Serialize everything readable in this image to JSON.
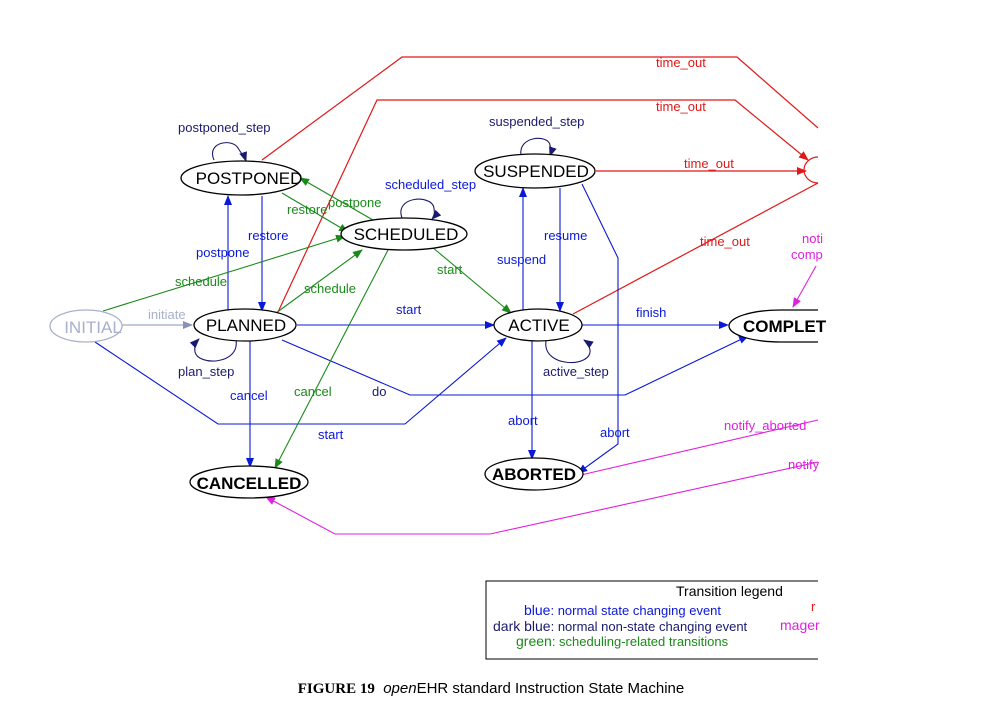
{
  "colors": {
    "blue": "#0a18d8",
    "dark_blue": "#1a1a6e",
    "green": "#1a8a1a",
    "red": "#e01818",
    "magenta": "#e020e0",
    "grey": "#a9b0cc",
    "black": "#000000"
  },
  "states": {
    "initial": "INITIAL",
    "planned": "PLANNED",
    "postponed": "POSTPONED",
    "scheduled": "SCHEDULED",
    "suspended": "SUSPENDED",
    "active": "ACTIVE",
    "completed": "COMPLET",
    "cancelled": "CANCELLED",
    "aborted": "ABORTED"
  },
  "transitions": {
    "time_out_1": "time_out",
    "time_out_2": "time_out",
    "time_out_3": "time_out",
    "time_out_4": "time_out",
    "postponed_step": "postponed_step",
    "suspended_step": "suspended_step",
    "scheduled_step": "scheduled_step",
    "restore_a": "restore",
    "postpone_a": "postpone",
    "restore_b": "restore",
    "postpone_b": "postpone",
    "schedule_a": "schedule",
    "schedule_b": "schedule",
    "start_green": "start",
    "suspend": "suspend",
    "resume": "resume",
    "initiate": "initiate",
    "start_mid": "start",
    "finish": "finish",
    "plan_step": "plan_step",
    "active_step": "active_step",
    "cancel_blue": "cancel",
    "cancel_green": "cancel",
    "do": "do",
    "start_low": "start",
    "abort_a": "abort",
    "abort_b": "abort",
    "notify_aborted": "notify_aborted",
    "notify_cut": "notify",
    "notify_complete_a": "noti",
    "notify_complete_b": "comp"
  },
  "legend": {
    "title": "Transition legend",
    "blue_key": "blue",
    "blue_desc": ": normal state changing event",
    "dark_blue_key": "dark blue",
    "dark_blue_desc": ": normal non-state changing event",
    "green_key": "green",
    "green_desc": ": scheduling-related transitions",
    "red_cut": "r",
    "magenta_cut": "mager"
  },
  "caption": {
    "figure": "FIGURE  19",
    "brand": "open",
    "text": "EHR standard Instruction State Machine"
  }
}
